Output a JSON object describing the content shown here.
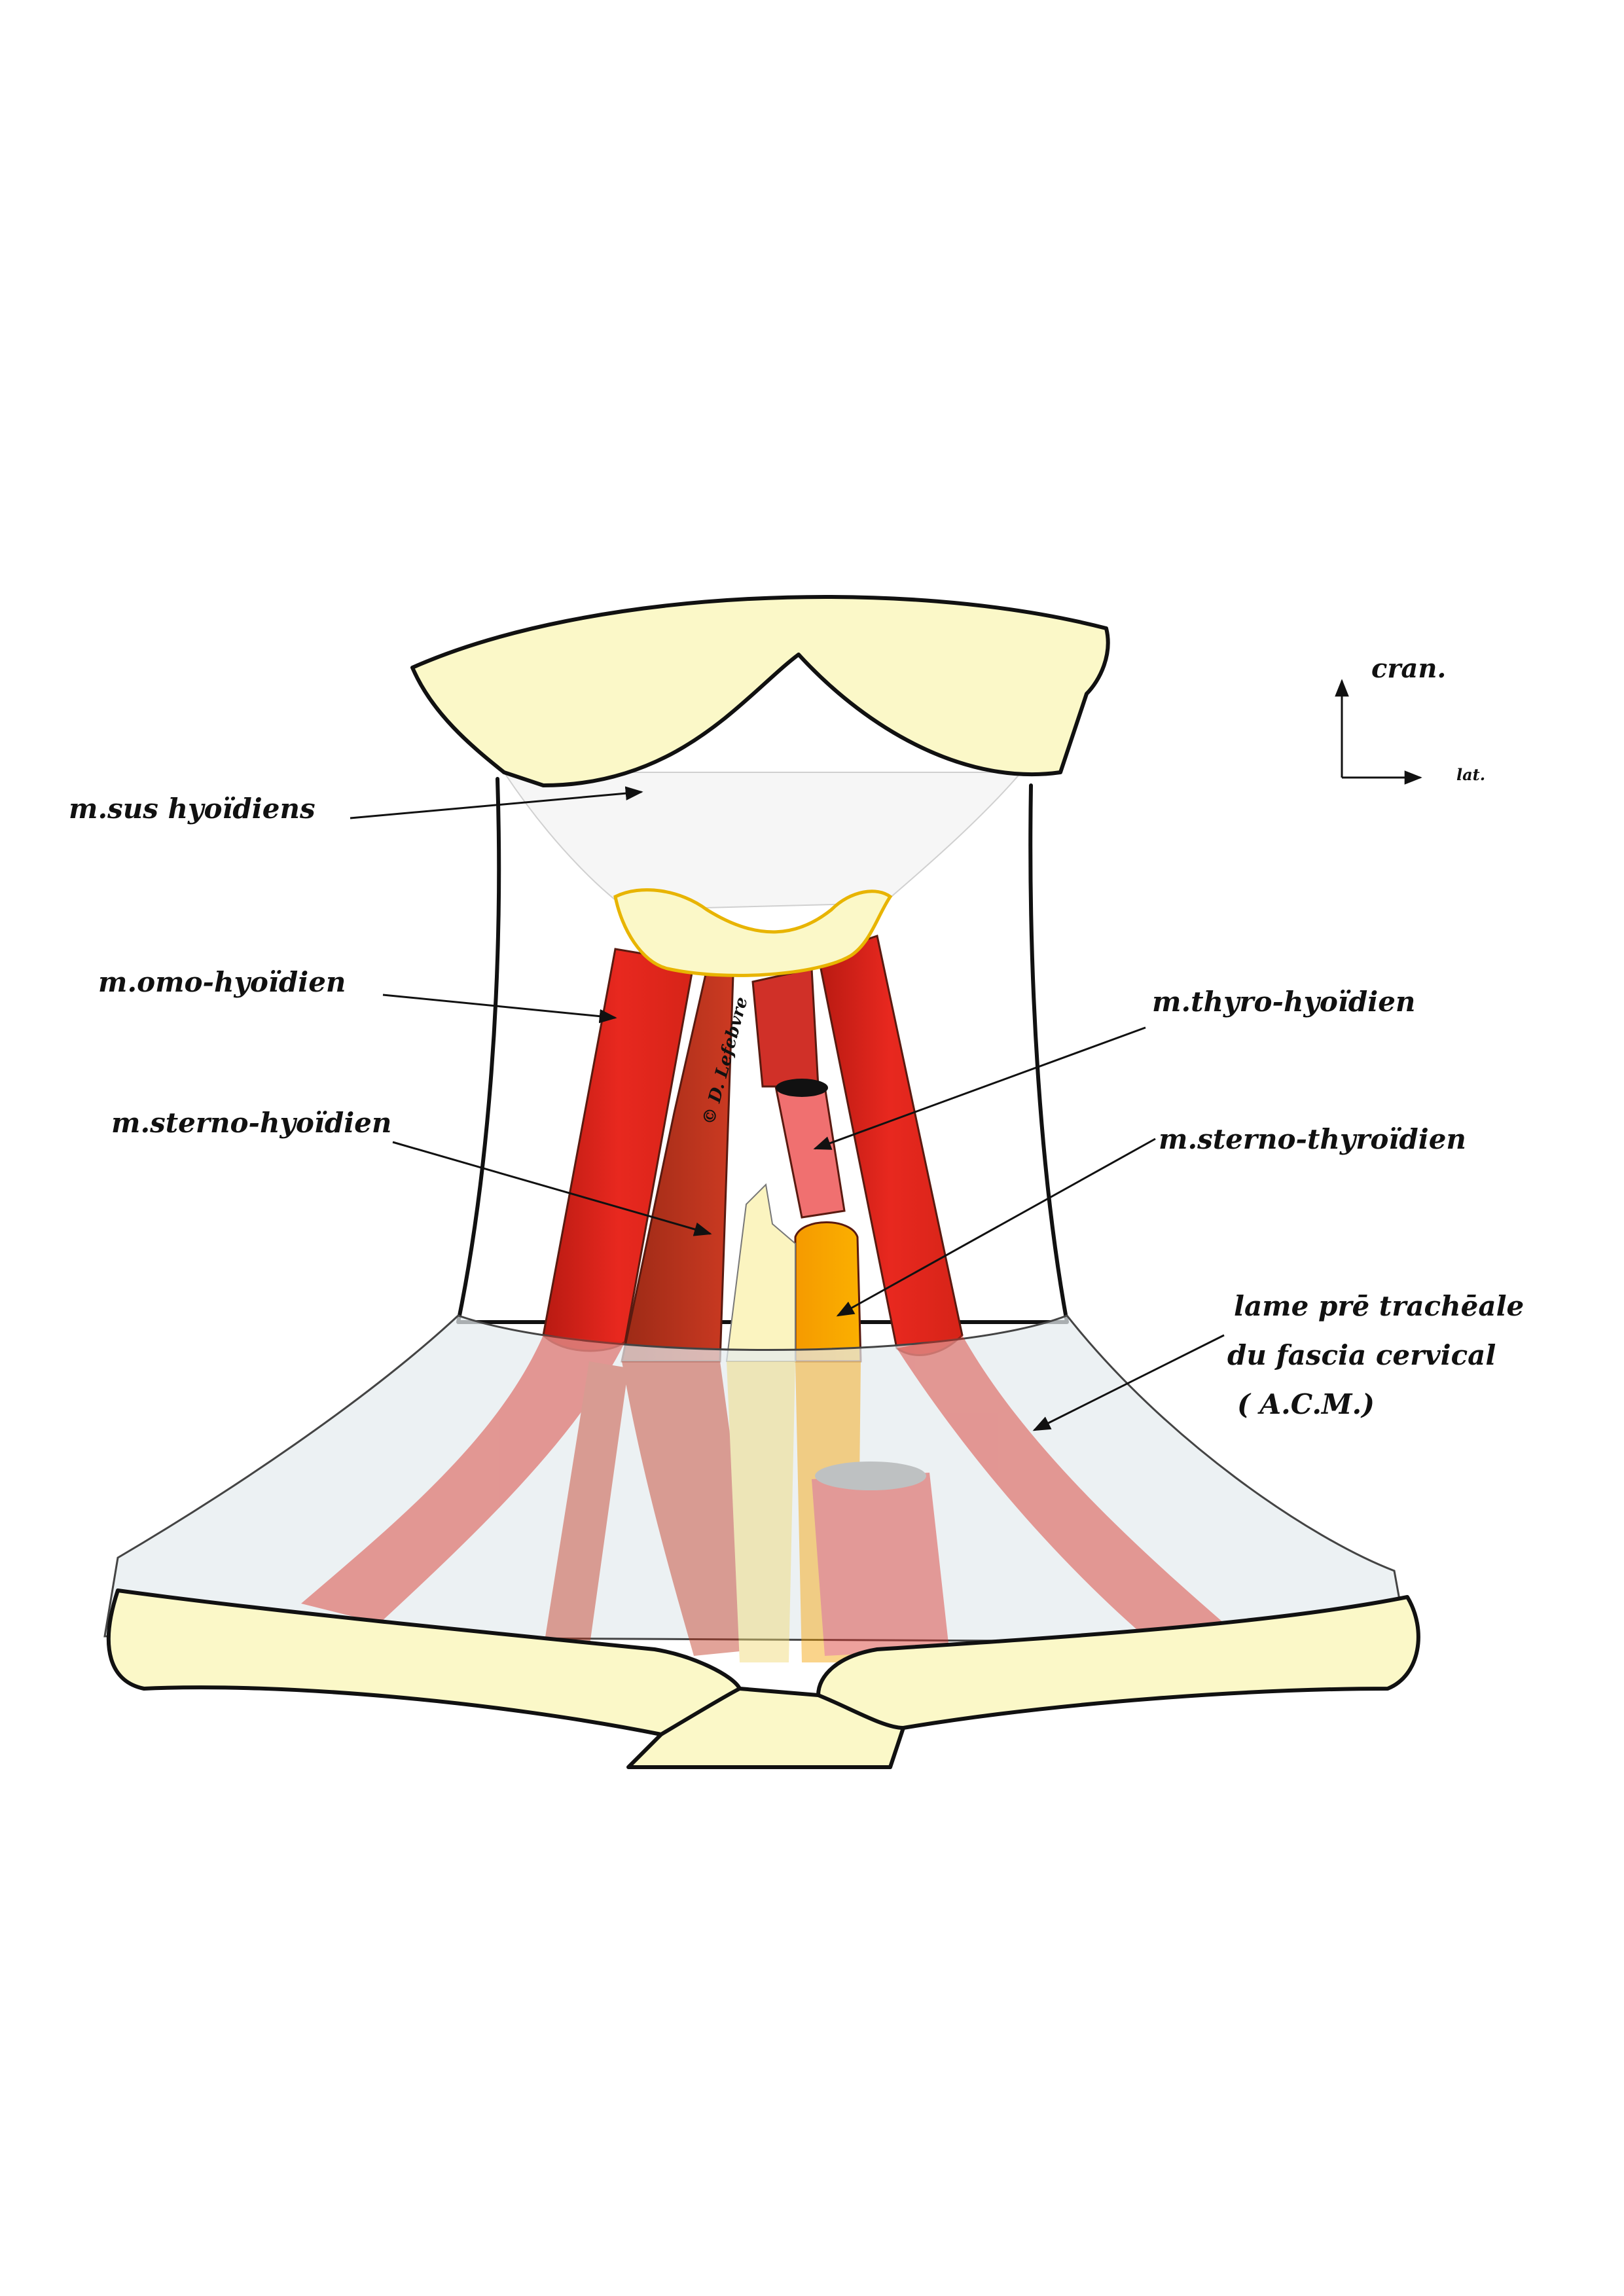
{
  "labels": {
    "sus_hyoidiens": "m.sus hyoïdiens",
    "omo_hyoidien": "m.omo-hyoïdien",
    "sterno_hyoidien": "m.sterno-hyoïdien",
    "thyro_hyoidien": "m.thyro-hyoïdien",
    "sterno_thyroidien": "m.sterno-thyroïdien",
    "lame_line1": "lame prē trachēale",
    "lame_line2": "du fascia cervical",
    "lame_line3": "( A.C.M.)"
  },
  "orientation": {
    "cranial": "cran.",
    "lateral": "lat."
  },
  "signature": "© D. Lefebvre",
  "colors": {
    "bone": "#fbf8c8",
    "hyoid_outline": "#e8b400",
    "muscle_red": "#e02a22",
    "muscle_dark": "#c0351e",
    "thyro_pink": "#f07070",
    "sterno_thyroid_orange": "#f5a100",
    "fascia": "#e4ecee"
  }
}
